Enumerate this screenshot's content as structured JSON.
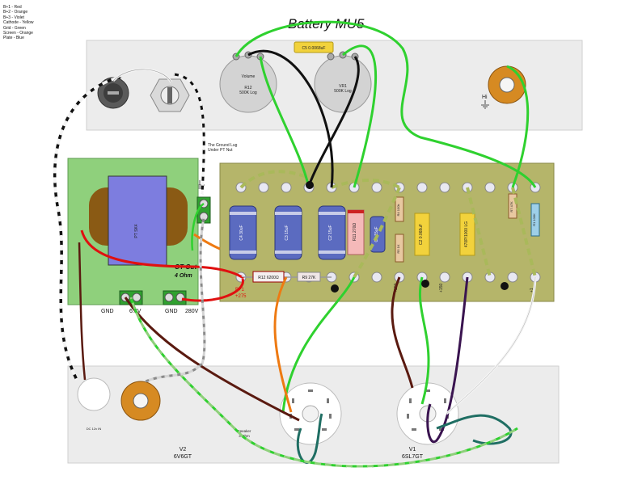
{
  "title": "Battery MU5",
  "legend": [
    "B+1 - Red",
    "B+2 - Orange",
    "B+3 - Violet",
    "Cathode - Yellow",
    "Grid - Green",
    "Screen - Orange",
    "Plate - Blue"
  ],
  "top_panel": {
    "c5_label": "C5 0.0068uF",
    "volume_label": "Volume",
    "r12_name": "R12",
    "r12_value": "500K Log",
    "vr1_name": "VR1",
    "vr1_value": "500K Log",
    "hi_label": "Hi"
  },
  "ground_note": [
    "The Ground Lug",
    "Under PT Nut"
  ],
  "transformer": {
    "pt_label": "PT\nSK4",
    "ot_out_label": "OT Out",
    "ot_ohm_label": "4 Ohm",
    "tap_labels": [
      "GND",
      "6.3V",
      "GND",
      "280V"
    ]
  },
  "board": {
    "caps": [
      "C4 30uF",
      "C3 15uF",
      "C2 15uF"
    ],
    "r11_label": "R11 270Ω",
    "c_small_label": "C6 15uF",
    "r12_resistor_label": "R12 6200Ω",
    "r9_label": "R9 27K",
    "c2_yellow_label": "C2 0.068uF",
    "c1_yellow_label": "470P/1000 LG",
    "r_small_labels": [
      "R5 1K",
      "R4 100k",
      "R7 47K",
      "R1 100K"
    ],
    "bplus_label": "B+1",
    "bplus_value": "+275",
    "bottom_row_labels": [
      "+150",
      "+150",
      "+1"
    ]
  },
  "bottom_panel": {
    "dc_label": "DC 12v IN",
    "speaker_label": [
      "Speaker",
      "4 Ohm"
    ],
    "v2_name": "V2",
    "v2_type": "6V6GT",
    "v1_name": "V1",
    "v1_type": "6SL7GT"
  },
  "colors": {
    "panel": "#ececec",
    "board": "#b5b56a",
    "pt_green": "#8fd07c",
    "coil_blue": "#7d7ddf",
    "core_brown": "#8a5a14",
    "wire_green": "#2fd12f",
    "wire_red": "#e01010",
    "wire_black": "#111111",
    "wire_brown": "#5a1a10",
    "wire_orange": "#ee7a12",
    "wire_violet": "#3a1450",
    "wire_teal": "#1f6e63",
    "pot_gray": "#d7d7d7",
    "jack_orange": "#d68a22"
  }
}
